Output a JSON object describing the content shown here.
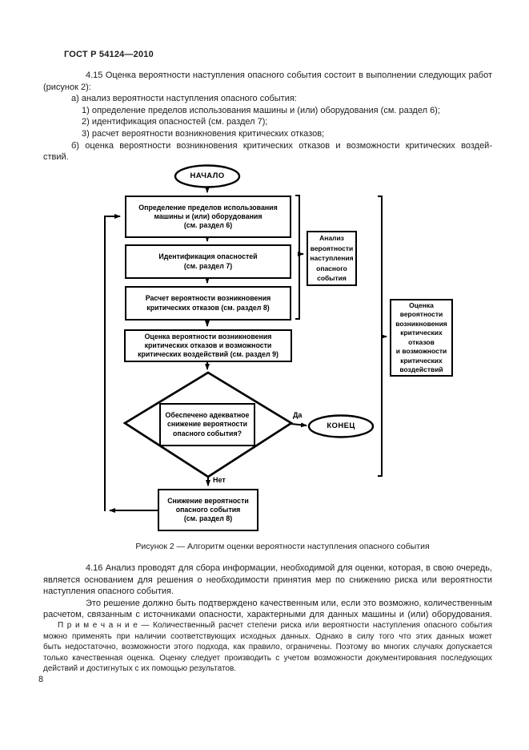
{
  "header": {
    "doc_code": "ГОСТ Р 54124—2010"
  },
  "page": {
    "number": "8"
  },
  "clause_415": {
    "lines": [
      "4.15  Оценка вероятности наступления опасного события состоит в выполнении следующих работ",
      "(рисунок 2):",
      "а) анализ вероятности наступления опасного события:",
      "1) определение пределов использования машины и (или) оборудования (см. раздел 6);",
      "2) идентификация опасностей (см. раздел 7);",
      "3) расчет вероятности возникновения критических отказов;",
      "б) оценка вероятности возникновения критических отказов и возможности критических воздей-",
      "ствий."
    ]
  },
  "figure": {
    "start": "НАЧАЛО",
    "end": "КОНЕЦ",
    "yes": "Да",
    "no": "Нет",
    "box_define": "Определение пределов использования\nмашины и (или) оборудования\n(см. раздел 6)",
    "box_identify": "Идентификация опасностей\n(см. раздел 7)",
    "box_calc": "Расчет вероятности возникновения\nкритических отказов (см. раздел 8)",
    "box_assess": "Оценка вероятности возникновения\nкритических отказов и возможности\nкритических воздействий (см. раздел 9)",
    "decision": "Обеспечено адекватное\nснижение вероятности\nопасного события?",
    "box_reduce": "Снижение вероятности\nопасного события\n(см. раздел 8)",
    "brace_analysis": "Анализ\nвероятности\nнаступления\nопасного\nсобытия",
    "brace_assessment": "Оценка\nвероятности\nвозникновения\nкритических\nотказов\nи возможности\nкритических\nвоздействий",
    "caption": "Рисунок 2 — Алгоритм оценки вероятности наступления опасного события"
  },
  "clause_416": {
    "lines": [
      "4.16  Анализ проводят для сбора информации, необходимой для оценки, которая, в свою очередь,",
      "является основанием для решения о необходимости принятия мер по снижению риска или вероятности",
      "наступления опасного события.",
      "Это решение должно быть подтверждено качественным или, если это возможно, количественным",
      "расчетом, связанным с источниками опасности, характерными для данных машины и (или) оборудования."
    ]
  },
  "note": {
    "lines": [
      "П р и м е ч а н и е  — Количественный расчет степени риска или вероятности наступления опасного события",
      "можно применять при наличии соответствующих исходных данных. Однако в силу того что этих данных может",
      "быть недостаточно, возможности этого подхода, как правило, ограничены. Поэтому во многих случаях допускается",
      "только качественная оценка. Оценку следует производить с учетом возможности документирования последующих",
      "действий и достигнутых с их помощью результатов."
    ]
  }
}
